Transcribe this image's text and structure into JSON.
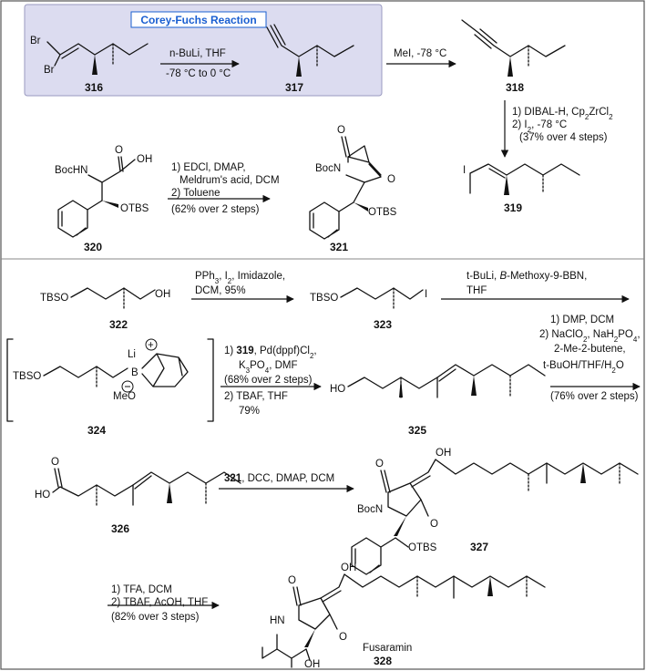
{
  "title_box": {
    "label": "Corey-Fuchs Reaction"
  },
  "compounds": {
    "c316": "316",
    "c317": "317",
    "c318": "318",
    "c319": "319",
    "c320": "320",
    "c321": "321",
    "c322": "322",
    "c323": "323",
    "c324": "324",
    "c325": "325",
    "c326": "326",
    "c327": "327",
    "c328": "328",
    "name328": "Fusaramin"
  },
  "atoms": {
    "br": "Br",
    "bochn": "BocHN",
    "oh": "OH",
    "o": "O",
    "otbs": "OTBS",
    "bocn": "BocN",
    "i": "I",
    "tbso": "TBSO",
    "ho": "HO",
    "li": "Li",
    "b": "B",
    "meo": "MeO",
    "hn": "HN"
  },
  "steps": {
    "s1_l1": "n-BuLi, THF",
    "s1_l2": "-78 °C to 0 °C",
    "s2_l1": "MeI, -78 °C",
    "s3_l1": "1) DIBAL-H, Cp",
    "s3_l1b": "2",
    "s3_l1c": "ZrCl",
    "s3_l1d": "2",
    "s3_l2": "2) I",
    "s3_l2b": "2",
    "s3_l2c": ", -78 °C",
    "s3_l3": "(37% over 4 steps)",
    "s4_l1": "1) EDCl, DMAP,",
    "s4_l2": "Meldrum's acid, DCM",
    "s4_l3": "2) Toluene",
    "s4_l4": "(62% over 2 steps)",
    "s5_l1a": "PPh",
    "s5_l1b": "3",
    "s5_l1c": ", I",
    "s5_l1d": "2",
    "s5_l1e": ", Imidazole,",
    "s5_l2": "DCM, 95%",
    "s6_l1a": "t-BuLi, ",
    "s6_l1b": "B",
    "s6_l1c": "-Methoxy-9-BBN,",
    "s6_l2": "THF",
    "s7_l1a": "1) ",
    "s7_l1b": "319",
    "s7_l1c": ", Pd(dppf)Cl",
    "s7_l1d": "2",
    "s7_l1e": ",",
    "s7_l2a": "K",
    "s7_l2b": "3",
    "s7_l2c": "PO",
    "s7_l2d": "4",
    "s7_l2e": ", DMF",
    "s7_l3": "(68% over 2 steps)",
    "s7_l4": "2) TBAF, THF",
    "s7_l5": "79%",
    "s8_l1": "1) DMP, DCM",
    "s8_l2a": "2) NaClO",
    "s8_l2b": "2",
    "s8_l2c": ", NaH",
    "s8_l2d": "2",
    "s8_l2e": "PO",
    "s8_l2f": "4",
    "s8_l2g": ",",
    "s8_l3": "2-Me-2-butene,",
    "s8_l4a": "t-BuOH/THF/H",
    "s8_l4b": "2",
    "s8_l4c": "O",
    "s8_l5": "(76% over 2 steps)",
    "s9_l1a": "321",
    "s9_l1b": ", DCC, DMAP, DCM",
    "s10_l1": "1) TFA, DCM",
    "s10_l2": "2) TBAF, AcOH, THF",
    "s10_l3": "(82% over 3 steps)"
  },
  "colors": {
    "highlight_bg": "#dcdcf0",
    "highlight_text": "#1a5fd1",
    "ink": "#111111"
  }
}
